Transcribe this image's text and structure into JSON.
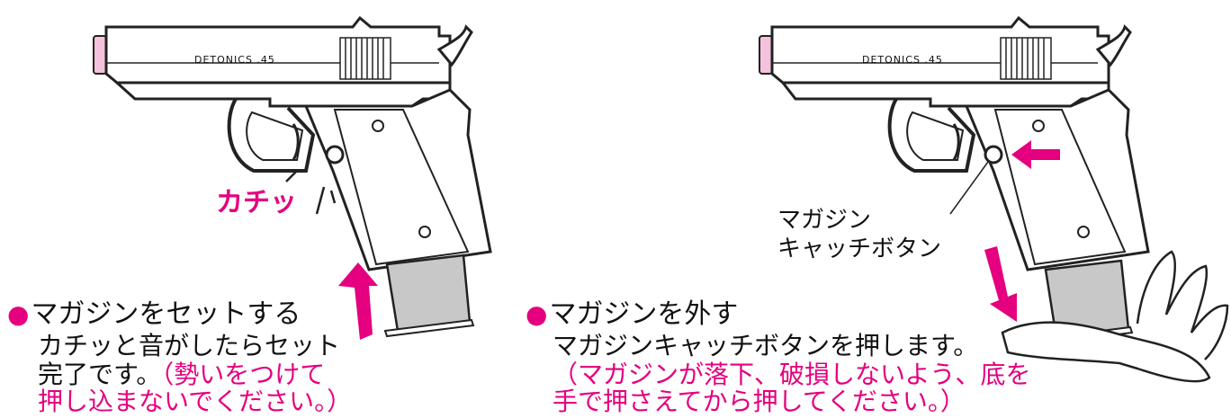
{
  "left": {
    "engraving": "DETONICS .45",
    "sound": "カチッ",
    "heading": "マガジンをセットする",
    "body_black": "カチッと音がしたらセット",
    "body_black2": "完了です。",
    "body_pink": "（勢いをつけて",
    "body_pink2": "押し込まないでください。）"
  },
  "right": {
    "engraving": "DETONICS .45",
    "callout_line1": "マガジン",
    "callout_line2": "キャッチボタン",
    "heading": "マガジンを外す",
    "body_black": "マガジンキャッチボタンを押します。",
    "body_pink": "（マガジンが落下、破損しないよう、底を",
    "body_pink2": "手で押さえてから押してください。）"
  },
  "colors": {
    "accent": "#e4007f",
    "line": "#222222",
    "magazine": "#c8c8c8"
  }
}
